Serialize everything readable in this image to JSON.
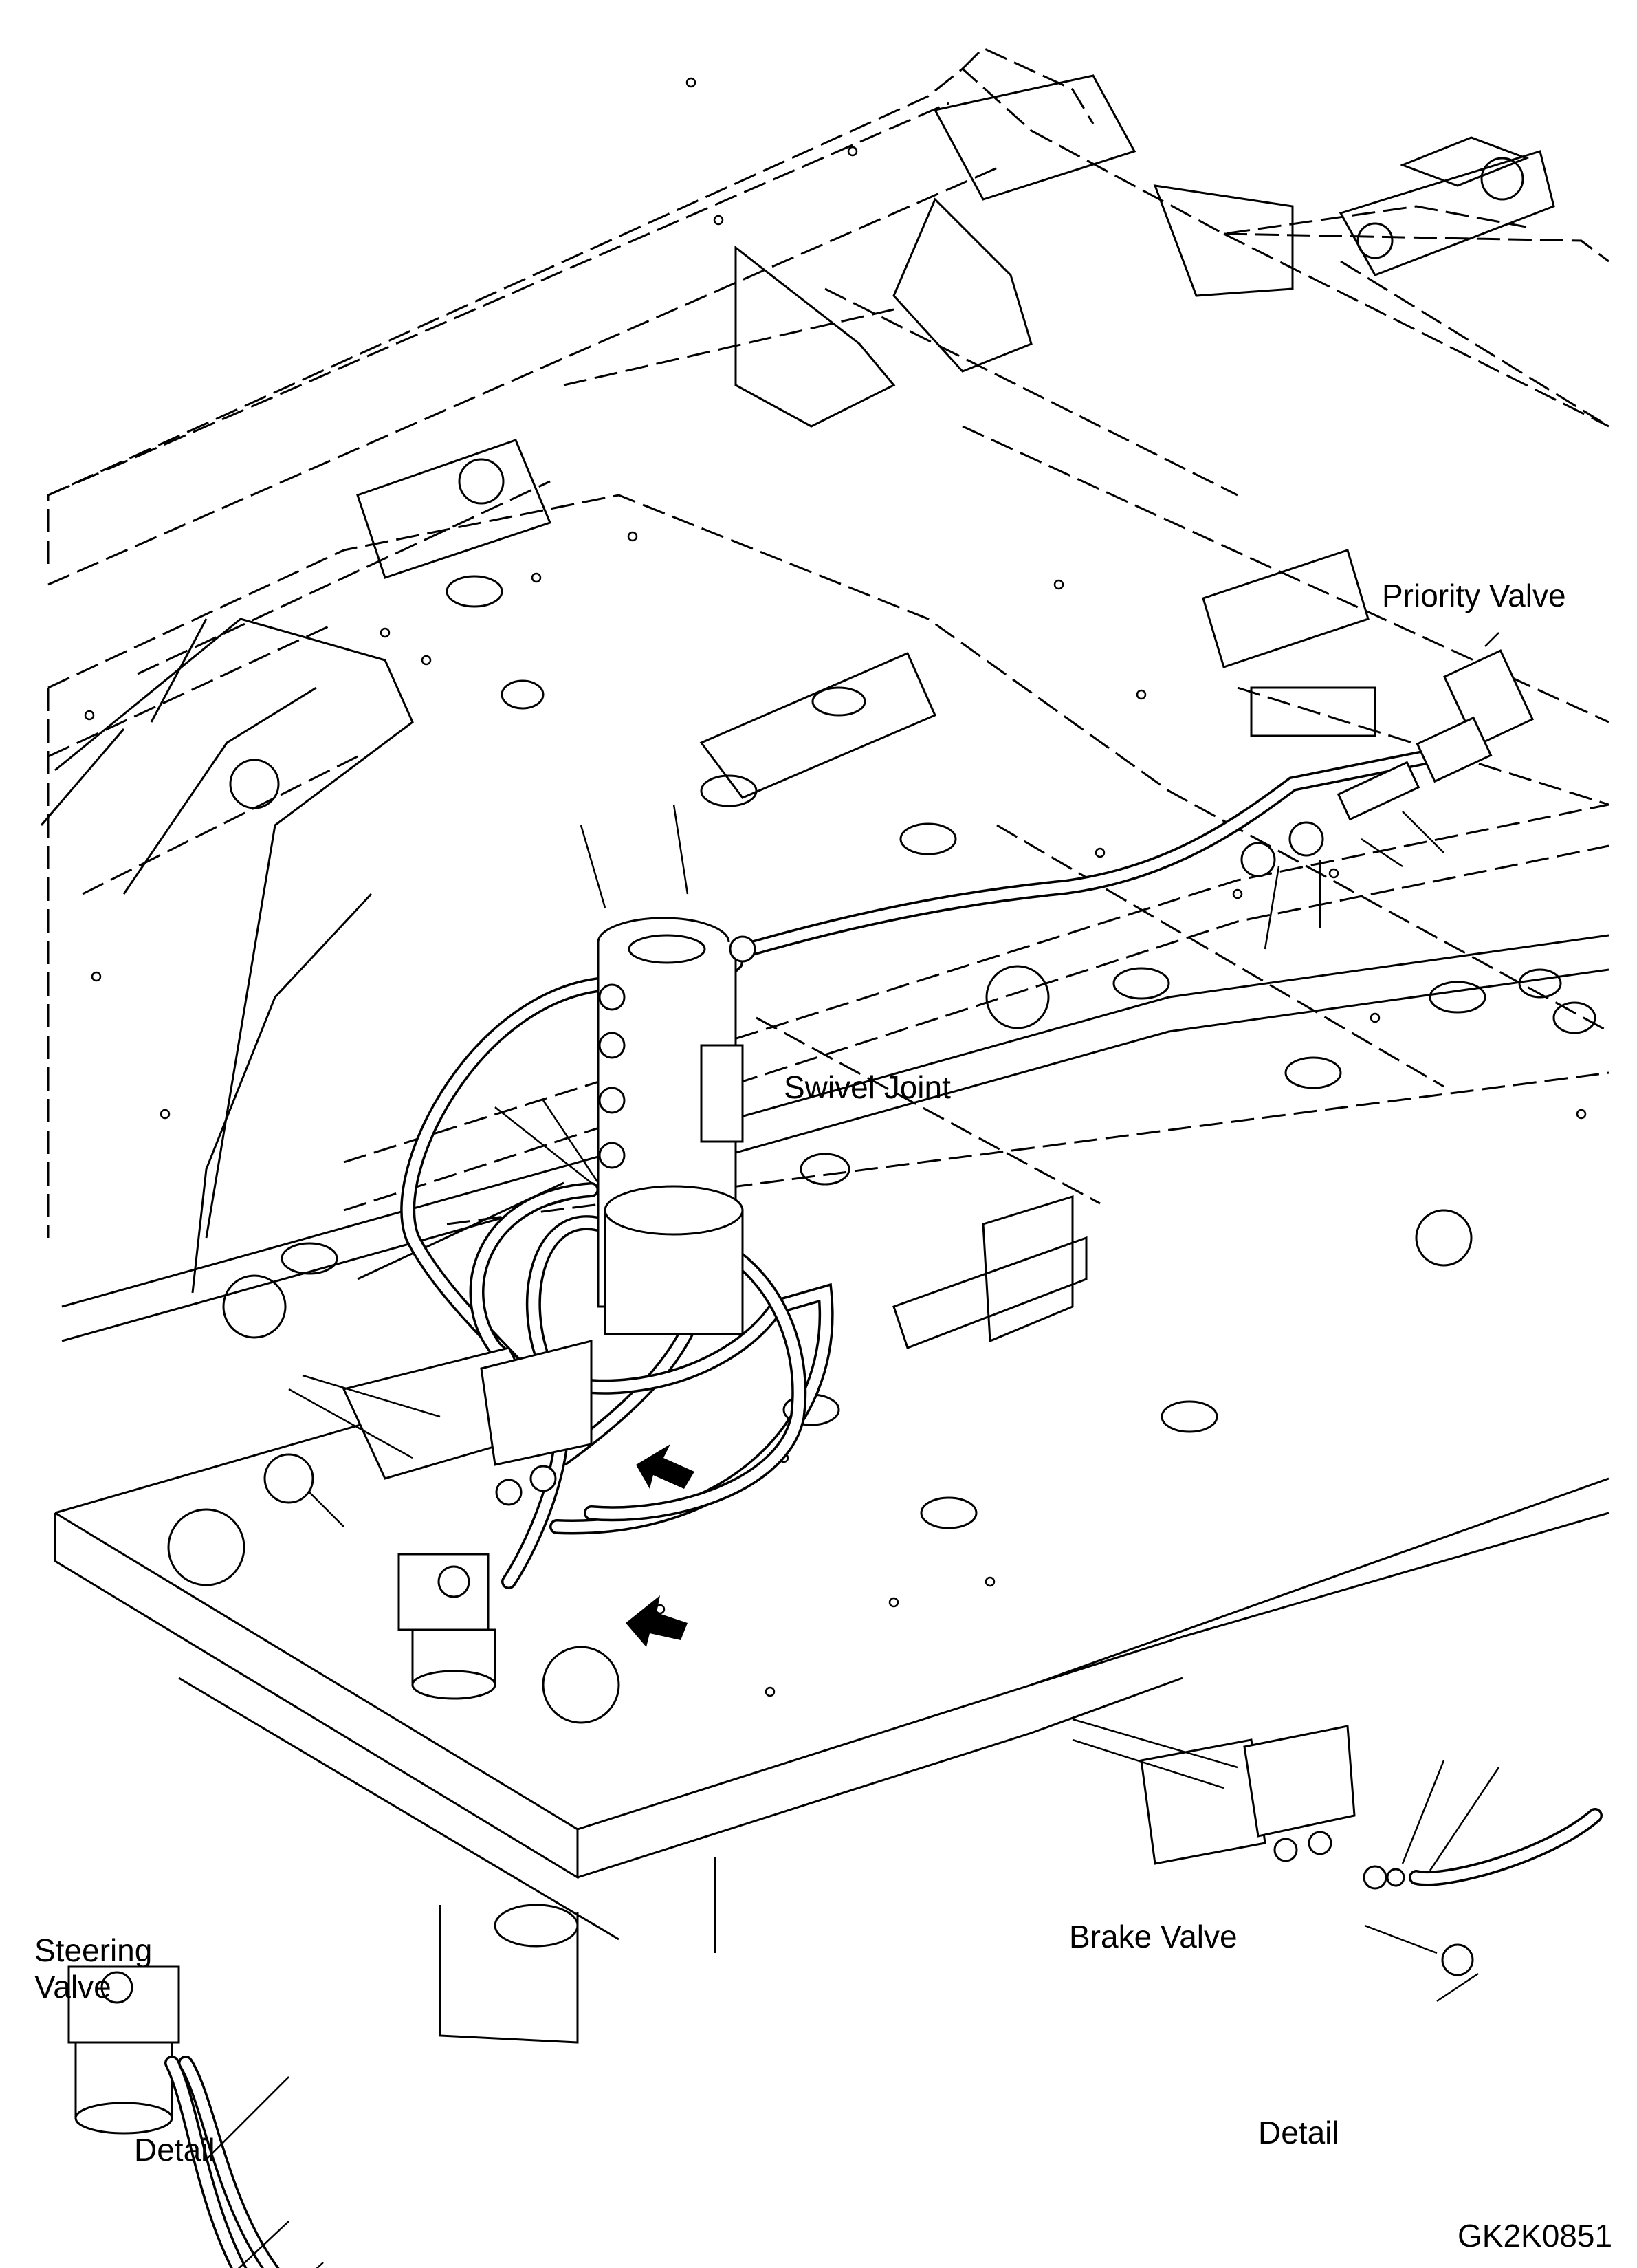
{
  "labels": {
    "priority_valve": "Priority Valve",
    "swivel_joint": "Swivel Joint",
    "steering_valve_line1": "Steering",
    "steering_valve_line2": "Valve",
    "brake_valve": "Brake Valve",
    "detail_left": "Detail",
    "detail_right": "Detail",
    "drawing_code": "GK2K0851"
  }
}
